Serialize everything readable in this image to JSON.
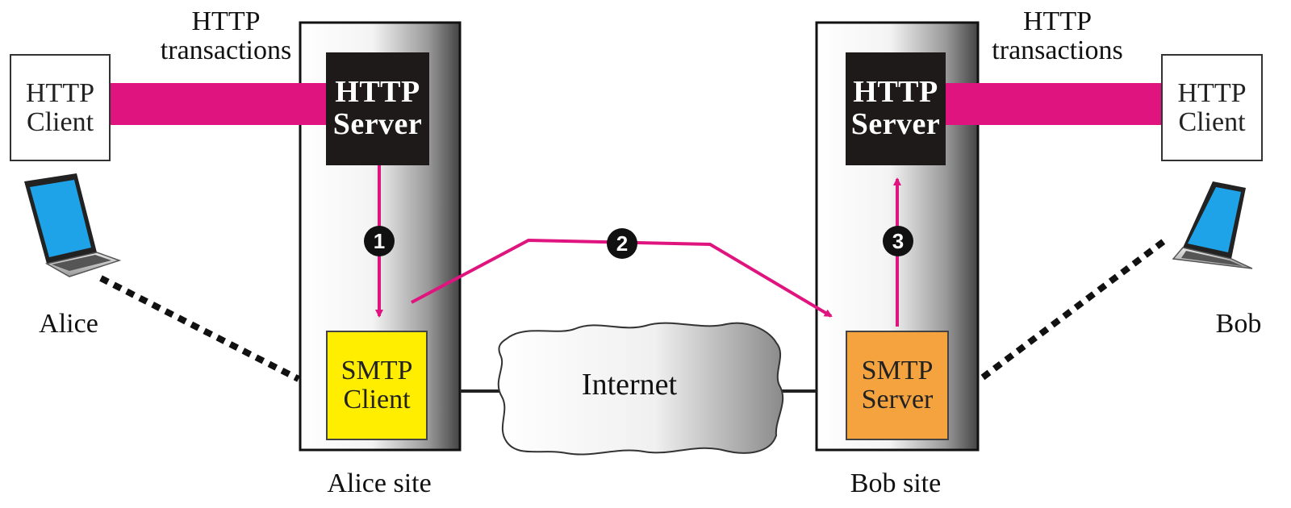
{
  "left": {
    "transactions_line1": "HTTP",
    "transactions_line2": "transactions",
    "client_line1": "HTTP",
    "client_line2": "Client",
    "server_line1": "HTTP",
    "server_line2": "Server",
    "smtp_line1": "SMTP",
    "smtp_line2": "Client",
    "user": "Alice",
    "site": "Alice site"
  },
  "right": {
    "transactions_line1": "HTTP",
    "transactions_line2": "transactions",
    "client_line1": "HTTP",
    "client_line2": "Client",
    "server_line1": "HTTP",
    "server_line2": "Server",
    "smtp_line1": "SMTP",
    "smtp_line2": "Server",
    "user": "Bob",
    "site": "Bob site"
  },
  "network": "Internet",
  "steps": [
    "1",
    "2",
    "3"
  ],
  "colors": {
    "connector": "#e0147f",
    "http_server": "#1e1a1a",
    "smtp_client": "#ffee00",
    "smtp_server": "#f5a33e",
    "laptop_screen": "#1fa3e8"
  },
  "icons": [
    "laptop-icon",
    "cloud-icon"
  ]
}
